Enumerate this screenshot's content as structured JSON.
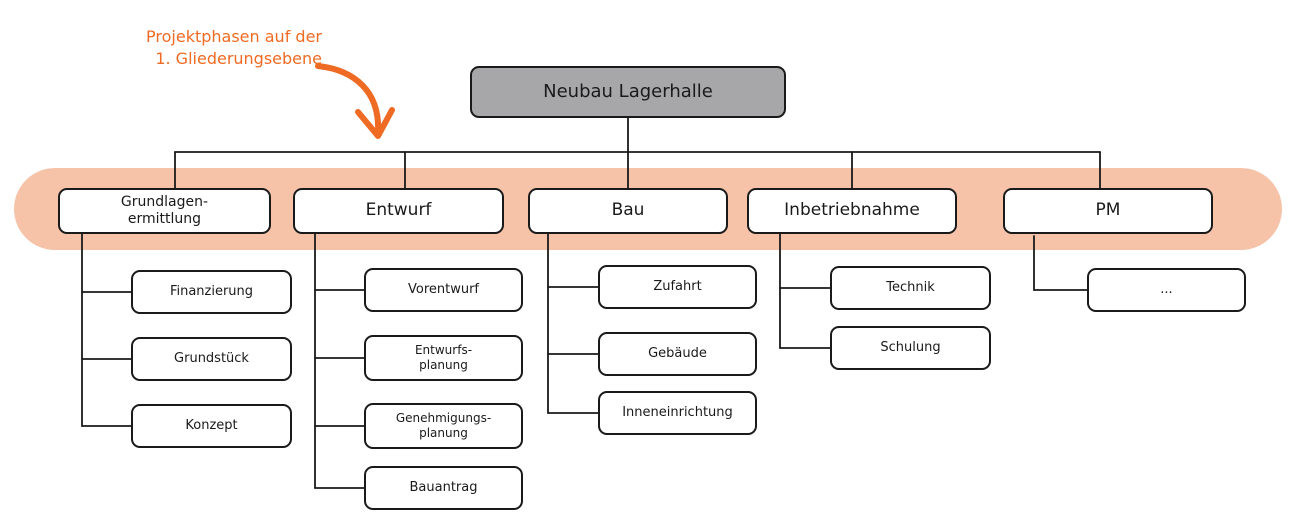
{
  "annotation": "Projektphasen auf der\n1. Gliederungsebene",
  "colors": {
    "accent": "#ef6a22",
    "band": "#f6c3a9",
    "root_fill": "#a7a7a9",
    "line": "#1a1a1a"
  },
  "root": {
    "label": "Neubau Lagerhalle"
  },
  "phases": [
    {
      "label": "Grundlagen-\nermittlung",
      "children": [
        "Finanzierung",
        "Grundstück",
        "Konzept"
      ]
    },
    {
      "label": "Entwurf",
      "children": [
        "Vorentwurf",
        "Entwurfs-\nplanung",
        "Genehmigungs-\nplanung",
        "Bauantrag"
      ]
    },
    {
      "label": "Bau",
      "children": [
        "Zufahrt",
        "Gebäude",
        "Inneneinrichtung"
      ]
    },
    {
      "label": "Inbetriebnahme",
      "children": [
        "Technik",
        "Schulung"
      ]
    },
    {
      "label": "PM",
      "children": [
        "..."
      ]
    }
  ]
}
